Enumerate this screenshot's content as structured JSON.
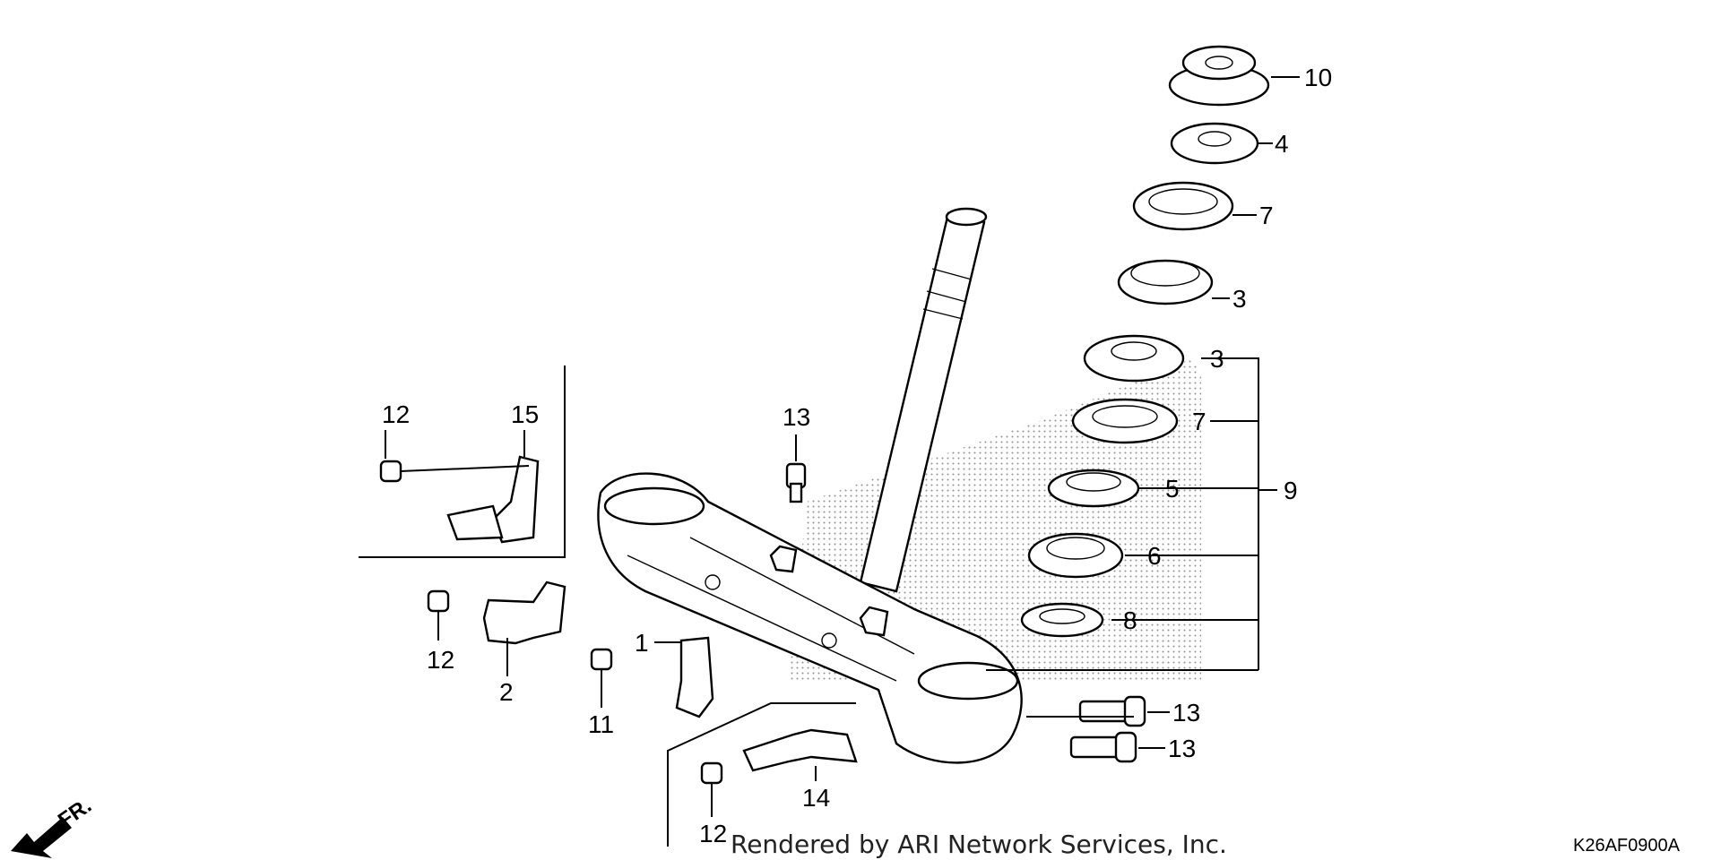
{
  "diagram": {
    "labels": {
      "p1": "1",
      "p2": "2",
      "p3a": "3",
      "p3b": "3",
      "p4": "4",
      "p5": "5",
      "p6": "6",
      "p7a": "7",
      "p7b": "7",
      "p8": "8",
      "p9": "9",
      "p10": "10",
      "p11": "11",
      "p12a": "12",
      "p12b": "12",
      "p12c": "12",
      "p13a": "13",
      "p13b": "13",
      "p13c": "13",
      "p14": "14",
      "p15": "15"
    },
    "direction_label": "FR.",
    "footer_credit": "Rendered by ARI Network Services, Inc.",
    "diagram_code": "K26AF0900A"
  }
}
